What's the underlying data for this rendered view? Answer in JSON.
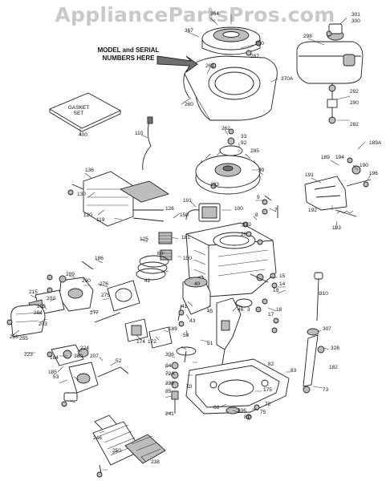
{
  "watermark": "AppliancePartsPros.com",
  "callout": {
    "line1": "MODEL and SERIAL",
    "line2": "NUMBERS HERE"
  },
  "part_numbers": [
    "364",
    "367",
    "301",
    "300",
    "298",
    "350",
    "287",
    "261",
    "370A",
    "260",
    "292",
    "290",
    "282",
    "400",
    "262",
    "33",
    "92",
    "285",
    "110",
    "189A",
    "189",
    "194",
    "190",
    "191",
    "196",
    "192",
    "193",
    "90",
    "136",
    "130",
    "103",
    "120",
    "119",
    "101",
    "126",
    "150",
    "100",
    "9",
    "8",
    "7",
    "313",
    "20",
    "125",
    "181",
    "60",
    "150",
    "15",
    "186",
    "209",
    "200",
    "276",
    "42",
    "14",
    "19",
    "310",
    "215",
    "202",
    "40",
    "275",
    "41",
    "45",
    "46",
    "3",
    "18",
    "17",
    "205",
    "204",
    "203",
    "277",
    "43",
    "189",
    "256",
    "255",
    "174",
    "172",
    "51",
    "50",
    "307",
    "224",
    "223",
    "184",
    "380",
    "207",
    "52",
    "306",
    "328",
    "182",
    "185",
    "53",
    "84",
    "72A",
    "83",
    "239",
    "82",
    "85",
    "70",
    "175",
    "306",
    "73",
    "68",
    "72",
    "75",
    "81",
    "241",
    "246",
    "250",
    "238"
  ]
}
